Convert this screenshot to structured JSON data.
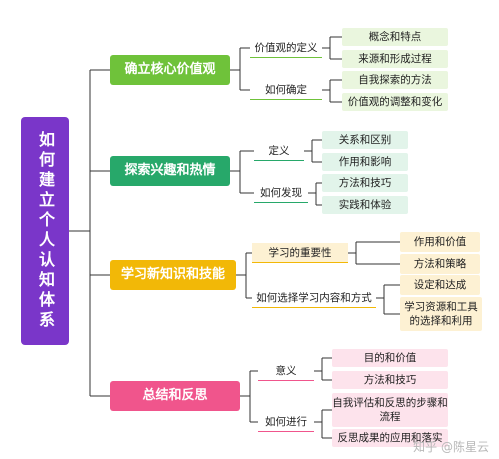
{
  "title": "如何建立个人认知体系",
  "branches": [
    {
      "label": "确立核心价值观",
      "color": "#6fc23a",
      "fill": "#eaf6de",
      "subs": [
        {
          "label": "价值观的定义",
          "leaves": [
            "概念和特点",
            "来源和形成过程"
          ]
        },
        {
          "label": "如何确定",
          "leaves": [
            "自我探索的方法",
            "价值观的调整和变化"
          ]
        }
      ]
    },
    {
      "label": "探索兴趣和热情",
      "color": "#27a86a",
      "fill": "#e2f4ea",
      "subs": [
        {
          "label": "定义",
          "leaves": [
            "关系和区别",
            "作用和影响"
          ]
        },
        {
          "label": "如何发现",
          "leaves": [
            "方法和技巧",
            "实践和体验"
          ]
        }
      ]
    },
    {
      "label": "学习新知识和技能",
      "color": "#f2b807",
      "fill": "#fdf1d3",
      "subs": [
        {
          "label": "学习的重要性",
          "leaves": [
            "作用和价值",
            "方法和策略"
          ]
        },
        {
          "label": "如何选择学习内容和方式",
          "leaves": [
            "设定和达成",
            "学习资源和工具的选择和利用"
          ]
        }
      ]
    },
    {
      "label": "总结和反思",
      "color": "#f0558c",
      "fill": "#fde3ec",
      "subs": [
        {
          "label": "意义",
          "leaves": [
            "目的和价值",
            "方法和技巧"
          ]
        },
        {
          "label": "如何进行",
          "leaves": [
            "自我评估和反思的步骤和流程",
            "反思成果的应用和落实"
          ]
        }
      ]
    }
  ],
  "watermark": "知乎 @陈星云",
  "colors": {
    "root": "#7a36c9",
    "line": "#333333"
  }
}
